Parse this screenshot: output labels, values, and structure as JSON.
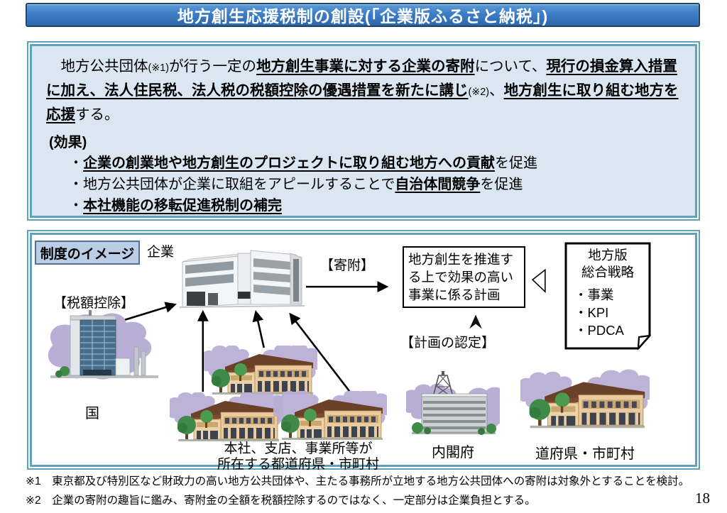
{
  "title": "地方創生応援税制の創設(「企業版ふるさと納税」)",
  "summary": {
    "paragraph_segments": [
      {
        "text": "　地方公共団体"
      },
      {
        "text": "(※1)",
        "small": true
      },
      {
        "text": "が行う一定の"
      },
      {
        "text": "地方創生事業に対する企業の寄附",
        "bold": true,
        "underline": true
      },
      {
        "text": "について、"
      },
      {
        "text": "現行の損金算入措置に加え、法人住民税、法人税の税額控除の優遇措置を新たに講じ",
        "bold": true,
        "underline": true
      },
      {
        "text": "(※2)",
        "small": true
      },
      {
        "text": "、"
      },
      {
        "text": "地方創生に取り組む地方を応援",
        "bold": true,
        "underline": true
      },
      {
        "text": "する。"
      }
    ],
    "effects_heading": "(効果)",
    "bullets": [
      {
        "segments": [
          {
            "text": "・"
          },
          {
            "text": "企業の創業地や地方創生のプロジェクトに取り組む地方への貢献",
            "bold": true,
            "underline": true
          },
          {
            "text": "を促進"
          }
        ]
      },
      {
        "segments": [
          {
            "text": "・地方公共団体が企業に取組をアピールすることで"
          },
          {
            "text": "自治体間競争",
            "bold": true,
            "underline": true
          },
          {
            "text": "を促進"
          }
        ]
      },
      {
        "segments": [
          {
            "text": "・"
          },
          {
            "text": "本社機能の移転促進税制の補完",
            "bold": true,
            "underline": true
          }
        ]
      }
    ]
  },
  "diagram": {
    "scheme_label": "制度のイメージ",
    "company_label": "企業",
    "donation_label": "【寄附】",
    "tax_credit_label": "【税額控除】",
    "plan_certification_label": "【計画の認定】",
    "plan_box": {
      "lines": [
        "地方創生を推進す",
        "る上で効果の高い",
        "事業に係る計画"
      ]
    },
    "strategy_doc": {
      "title_lines": [
        "地方版",
        "総合戦略"
      ],
      "items": [
        "・事業",
        "・KPI",
        "・PDCA"
      ]
    },
    "nation_label": "国",
    "municipalities_label_lines": [
      "本社、支店、事業所等が",
      "所在する都道府県・市町村"
    ],
    "cabinet_office_label": "内閣府",
    "prefecture_label": "道府県・市町村"
  },
  "footnotes": [
    "※1　東京都及び特別区など財政力の高い地方公共団体や、主たる事務所が立地する地方公共団体への寄附は対象外とすることを検討。",
    "※2　企業の寄附の趣旨に鑑み、寄附金の全額を税額控除するのではなく、一定部分は企業負担とする。"
  ],
  "page_number": "18",
  "colors": {
    "title-top": "#5d9ad6",
    "title-bottom": "#2e66ab",
    "title-border": "#1c4467",
    "box-border": "#5ea3b9",
    "summary-fill": "#dae6f2",
    "scheme-fill": "#b9cde5",
    "scheme-border": "#51719a",
    "blob": "#b9aed6",
    "roof": "#6a4028",
    "wall": "#e9cb9e",
    "tree": "#3f8a48"
  }
}
